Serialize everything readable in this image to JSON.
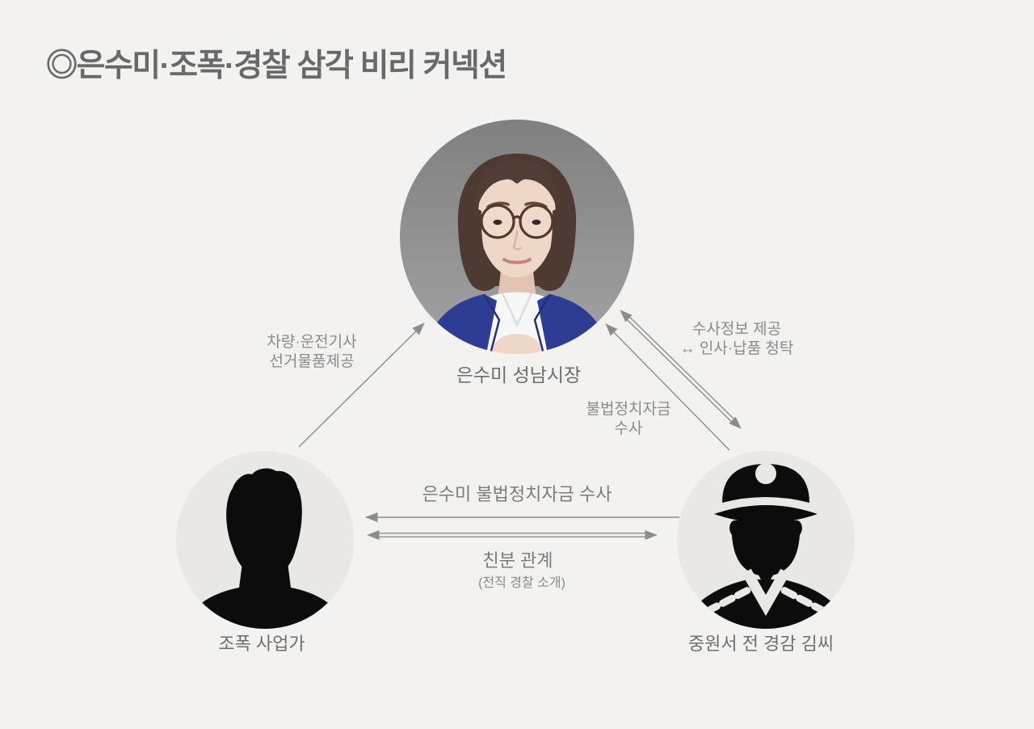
{
  "title": "◎은수미·조폭·경찰 삼각 비리 커넥션",
  "colors": {
    "background": "#f3f2f0",
    "circle_fill": "#e9e8e5",
    "arrow": "#8c8c8c",
    "title_text": "#696969",
    "name_text": "#6e6e6e",
    "label_text": "#8a8a8a",
    "label_strong_text": "#7c7c7c",
    "silhouette": "#0c0c0c",
    "blazer_blue": "#2e3c94",
    "hair_brown": "#4d3a33",
    "skin": "#eed7c8"
  },
  "nodes": {
    "mayor": {
      "name": "은수미 성남시장",
      "icon": "woman-portrait-photo"
    },
    "gangster": {
      "name": "조폭 사업가",
      "icon": "male-silhouette"
    },
    "police": {
      "name": "중원서 전 경감 김씨",
      "icon": "police-officer"
    }
  },
  "edges": {
    "gangster_to_mayor": {
      "line1": "차량·운전기사",
      "line2": "선거물품제공",
      "direction": "one-way-to-mayor"
    },
    "mayor_police_exchange": {
      "line1": "수사정보 제공",
      "line2": "↔ 인사·납품 청탁",
      "direction": "two-way"
    },
    "police_to_mayor_investigation": {
      "line1": "불법정치자금",
      "line2": "수사",
      "direction": "one-way-to-mayor"
    },
    "police_to_gangster_investigation": {
      "label": "은수미 불법정치자금 수사",
      "direction": "one-way-to-gangster"
    },
    "gangster_police_friendship": {
      "label": "친분 관계",
      "sublabel": "(전직 경찰 소개)",
      "direction": "two-way"
    }
  }
}
